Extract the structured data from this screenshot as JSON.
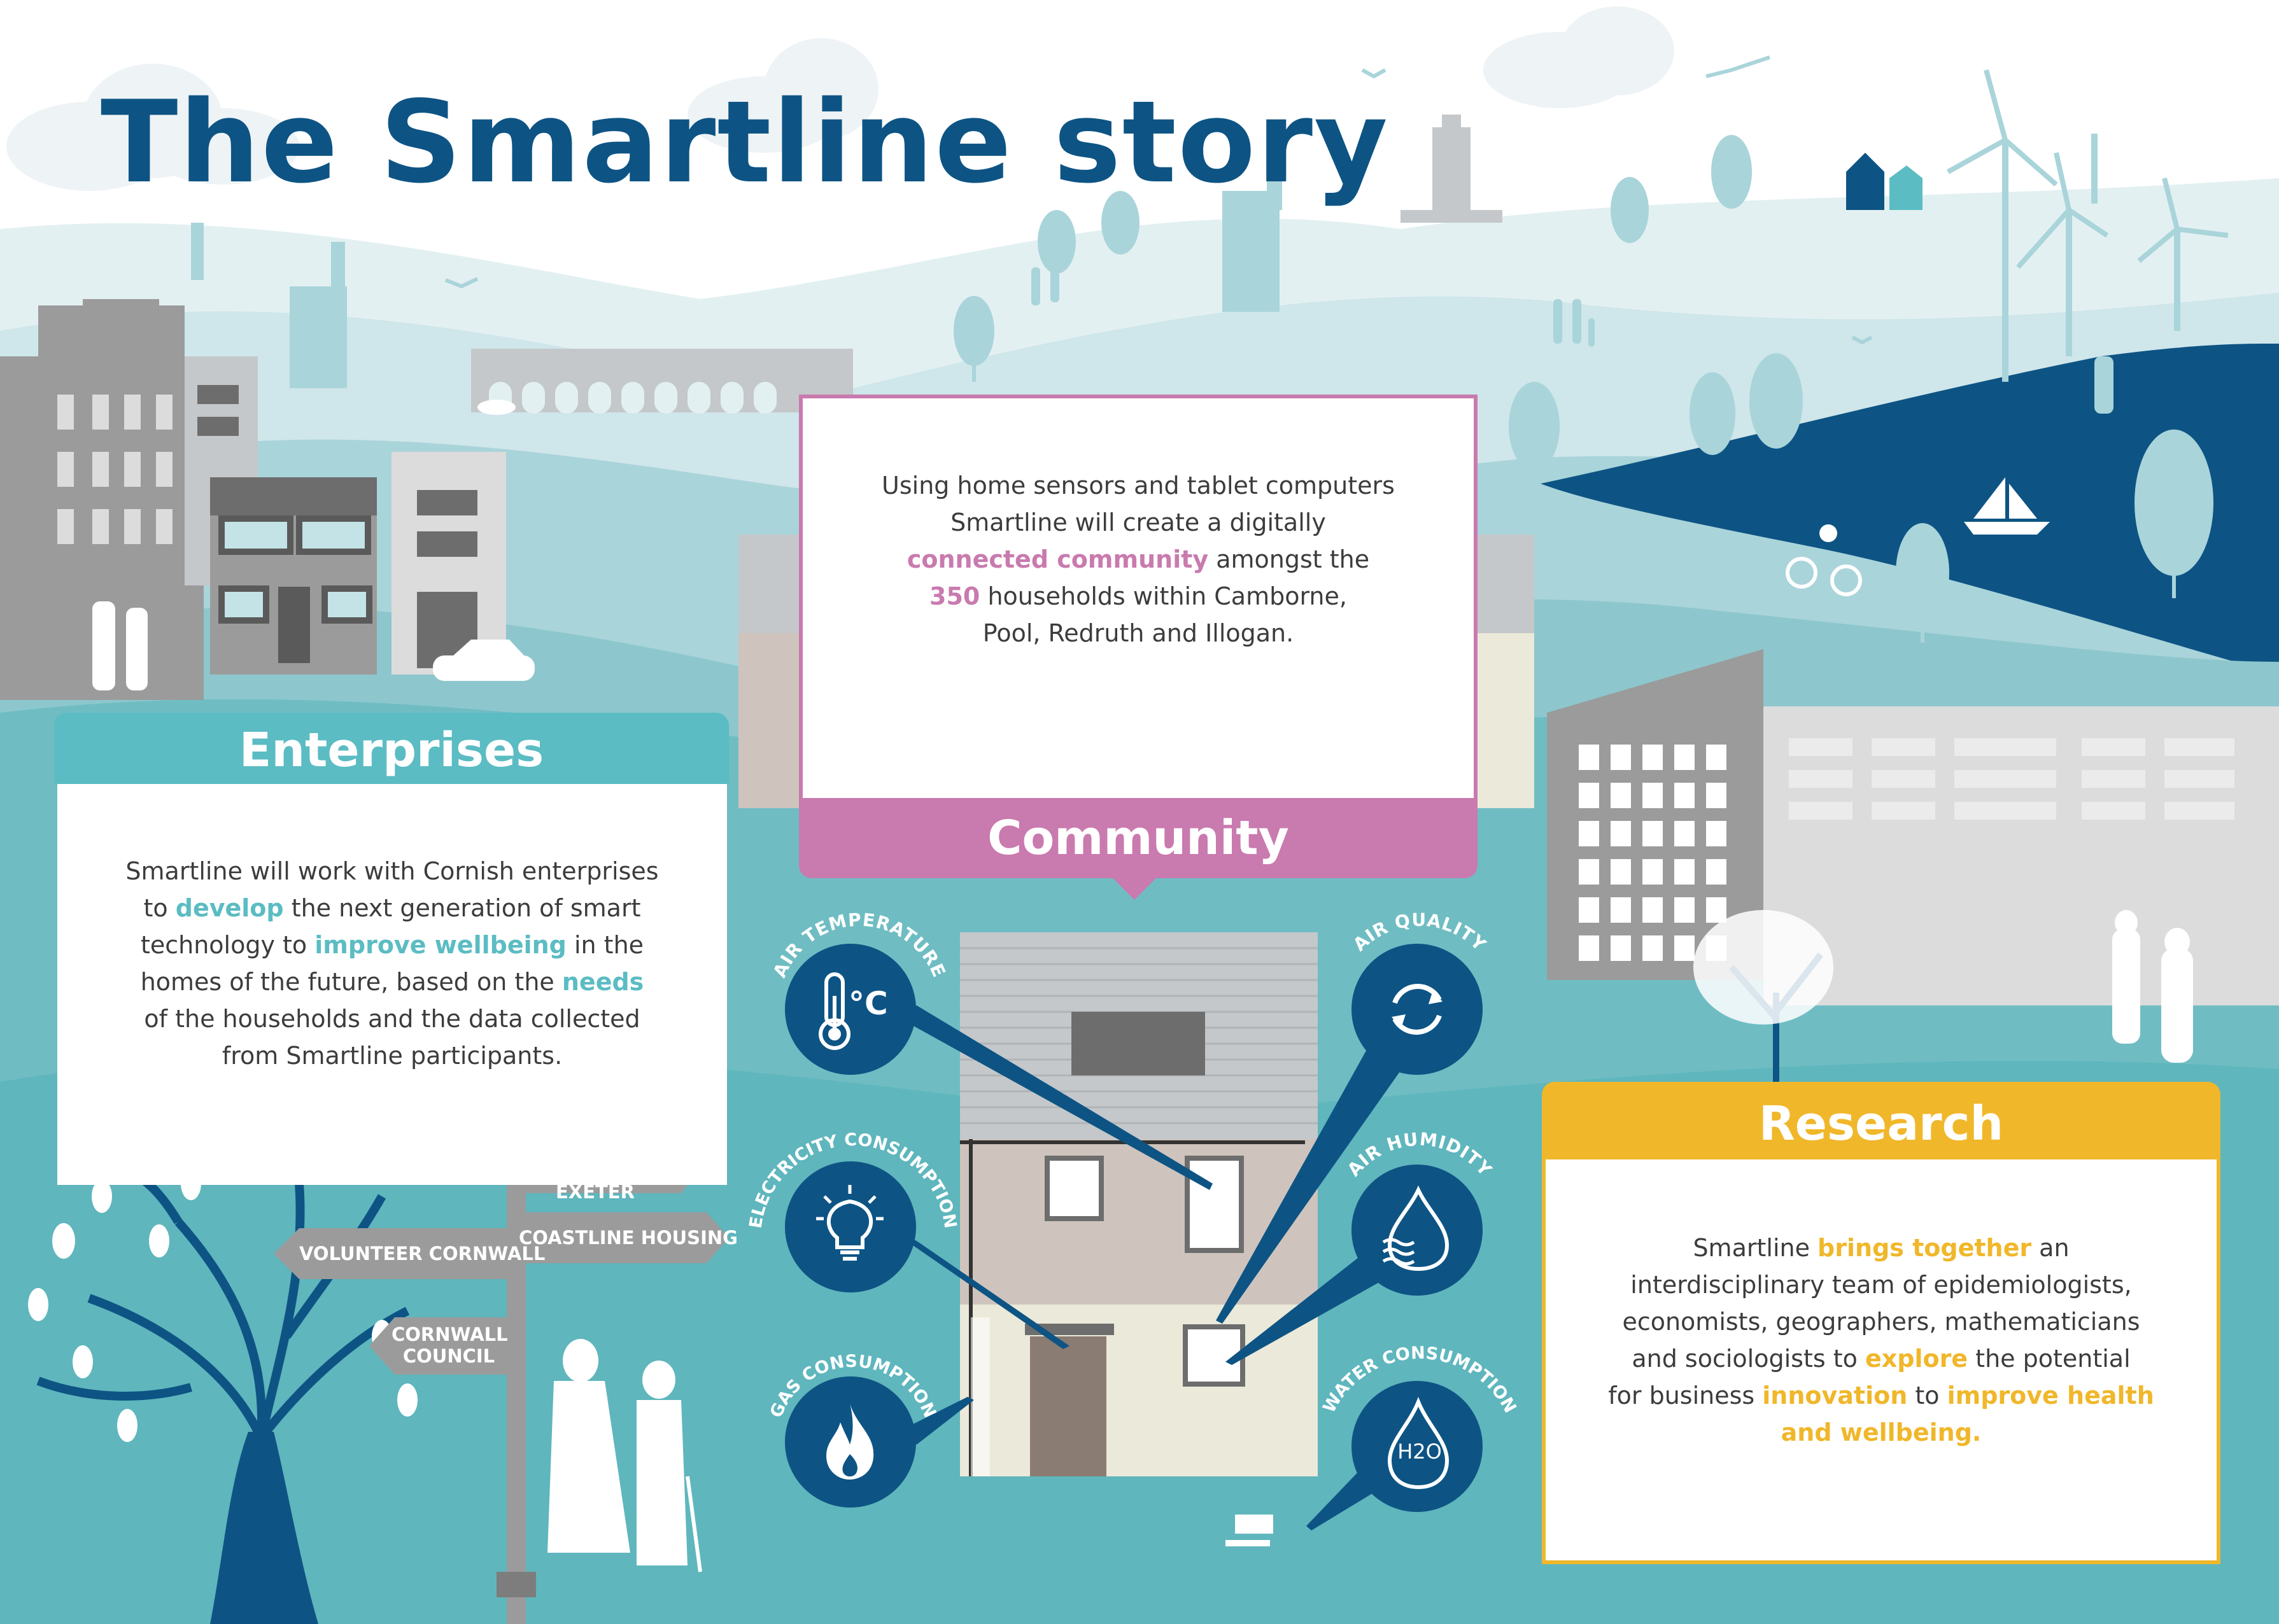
{
  "title": "The Smartline story",
  "enterprises": {
    "heading": "Enterprises",
    "text": [
      [
        "Smartline will work with Cornish enterprises"
      ],
      [
        "to ",
        {
          "hl": "develop"
        },
        " the next generation of smart"
      ],
      [
        "technology to ",
        {
          "hl": "improve wellbeing"
        },
        " in the"
      ],
      [
        "homes of the future, based on the ",
        {
          "hl": "needs"
        }
      ],
      [
        "of the households and the data collected"
      ],
      [
        "from Smartline participants."
      ]
    ]
  },
  "community": {
    "heading": "Community",
    "text": [
      [
        "Using home sensors and tablet computers"
      ],
      [
        "Smartline will create a digitally"
      ],
      [
        {
          "hl": "connected community"
        },
        " amongst the"
      ],
      [
        {
          "hl": "350"
        },
        " households within Camborne,"
      ],
      [
        "Pool, Redruth and Illogan."
      ]
    ]
  },
  "research": {
    "heading": "Research",
    "text": [
      [
        "Smartline ",
        {
          "hl": "brings together"
        },
        " an"
      ],
      [
        "interdisciplinary team of epidemiologists,"
      ],
      [
        "economists, geographers, mathematicians"
      ],
      [
        "and sociologists to ",
        {
          "hl": "explore"
        },
        " the potential"
      ],
      [
        "for business ",
        {
          "hl": "innovation"
        },
        " to ",
        {
          "hl": "improve health"
        }
      ],
      [
        {
          "hl": "and wellbeing."
        }
      ]
    ]
  },
  "signpost": {
    "university": "UNIVERSITY OF\nEXETER",
    "coastline": "COASTLINE HOUSING",
    "volunteer": "VOLUNTEER CORNWALL",
    "council": "CORNWALL\nCOUNCIL"
  },
  "sensors": {
    "air_temperature": {
      "label": "AIR TEMPERATURE",
      "icon": "thermometer-icon",
      "glyph": "°C"
    },
    "electricity": {
      "label": "ELECTRICITY CONSUMPTION",
      "icon": "lightbulb-icon"
    },
    "gas": {
      "label": "GAS CONSUMPTION",
      "icon": "flame-icon"
    },
    "air_quality": {
      "label": "AIR QUALITY",
      "icon": "refresh-cycle-icon"
    },
    "air_humidity": {
      "label": "AIR HUMIDITY",
      "icon": "water-drop-icon"
    },
    "water": {
      "label": "WATER CONSUMPTION",
      "icon": "h2o-drop-icon",
      "glyph": "H2O"
    }
  },
  "colors": {
    "title": "#0d5484",
    "teal": "#5bbcc3",
    "community_pink": "#c97aae",
    "research_gold": "#f0b72a",
    "navy": "#0d5484",
    "grey": "#9b9b9b"
  }
}
